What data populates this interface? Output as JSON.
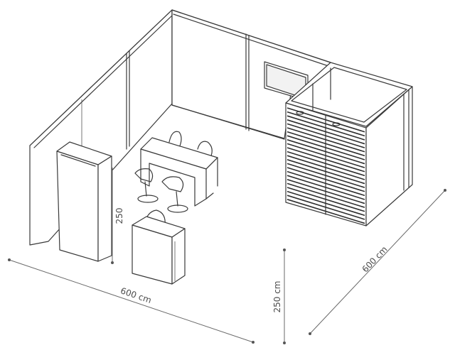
{
  "dimensions": {
    "front_width": "600 cm",
    "side_depth": "600 cm",
    "wall_height": "250 cm",
    "cabinet_height": "250"
  }
}
